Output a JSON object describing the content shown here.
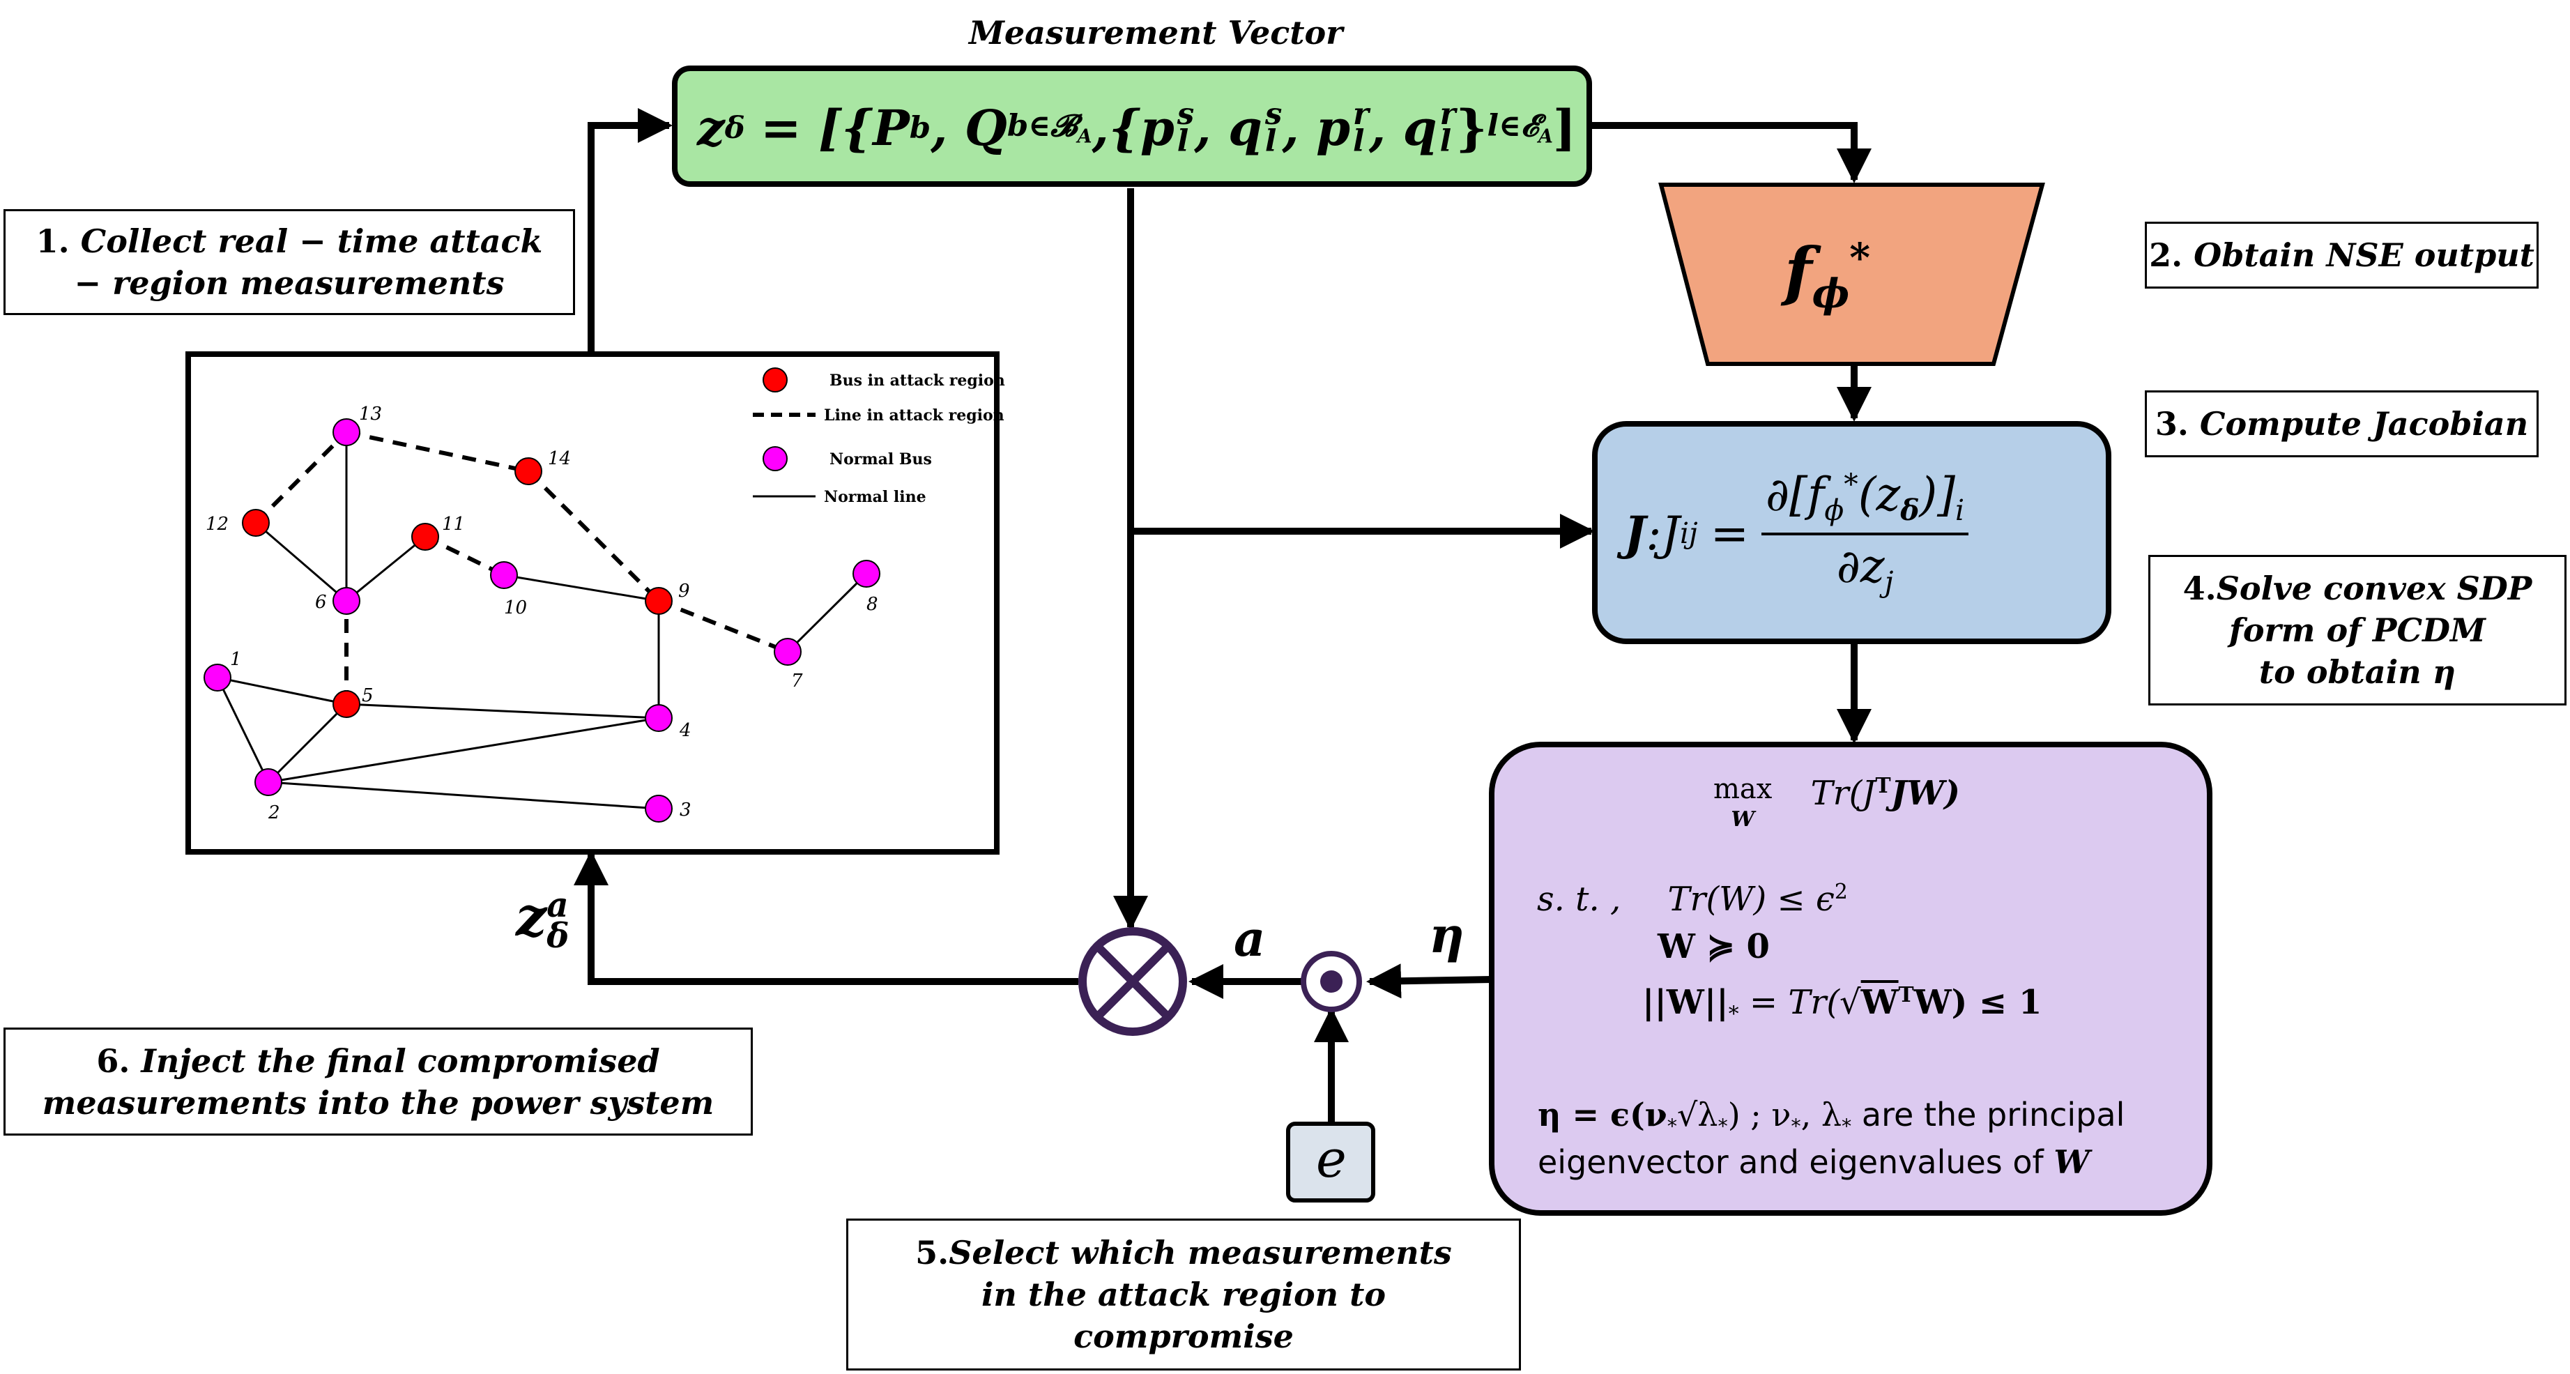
{
  "colors": {
    "measurement_fill": "#a9e6a3",
    "nse_fill": "#f2a47f",
    "jacobian_fill": "#b6cfe8",
    "sdp_fill": "#dccaf0",
    "e_fill": "#dbe3ec",
    "operator_stroke": "#3b2155",
    "bus_attack": "#ff0000",
    "bus_normal": "#ff00ff"
  },
  "measurement": {
    "heading": "Measurement Vector",
    "formula_lhs": "z",
    "formula_lhs_sub": "δ",
    "formula_rhs_a": "= [{P",
    "formula_b": "b",
    "formula_comma": ", Q",
    "formula_set_b": "b∈𝓑",
    "formula_set_b_sub": "A",
    "formula_mid": " ,{p",
    "formula_l": "l",
    "formula_s": "s",
    "formula_r": "r",
    "formula_q": ", q",
    "formula_p2": ", p",
    "formula_q2": ", q",
    "formula_close": "}",
    "formula_set_e": "l∈𝓔",
    "formula_set_e_sub": "A",
    "formula_end": "]"
  },
  "nse": {
    "f": "f",
    "sub": "ϕ",
    "sup": "*"
  },
  "jacobian": {
    "lhs": "J",
    "colon": ":",
    "jij": "J",
    "ij": "ij",
    "eq": "=",
    "numerator": "∂[f",
    "num_sub": "ϕ",
    "num_sup": "*",
    "num_arg": "(z",
    "num_arg_sub": "δ",
    "num_close": ")]",
    "num_i": "i",
    "denominator": "∂z",
    "den_sub": "j"
  },
  "sdp": {
    "max": "max",
    "max_sub": "W",
    "objective": "Tr(J",
    "objective_sup": "T",
    "objective_end": "JW)",
    "st": "s. t. ,",
    "c1": "Tr(W) ≤ ϵ",
    "c1_sup": "2",
    "c2": "W ≽ 0",
    "c3_a": "||W||",
    "c3_sub": "*",
    "c3_b": "= Tr(√",
    "c3_c": "W",
    "c3_sup": "T",
    "c3_d": "W) ≤ 1",
    "eta_line_a": "η = ϵ(ν",
    "eta_star": "*",
    "eta_line_b": "√λ",
    "eta_line_c": ") ; ν",
    "eta_line_d": ", λ",
    "eta_line_e": " are the principal",
    "eta_line2_a": "eigenvector and eigenvalues of ",
    "eta_line2_b": "W"
  },
  "labels": {
    "z_attack": "z",
    "z_attack_sub": "δ",
    "z_attack_sup": "a",
    "a": "a",
    "eta": "η",
    "e": "e"
  },
  "steps": [
    {
      "num": "1.",
      "lines": [
        "Collect real − time attack",
        "− region measurements"
      ]
    },
    {
      "num": "2.",
      "lines": [
        "Obtain NSE output"
      ]
    },
    {
      "num": "3.",
      "lines": [
        "Compute Jacobian"
      ]
    },
    {
      "num": "4.",
      "lines": [
        "Solve convex SDP",
        "form of PCDM",
        "to obtain η"
      ]
    },
    {
      "num": "5.",
      "lines": [
        "Select which measurements",
        "in the attack region to",
        "compromise"
      ]
    },
    {
      "num": "6.",
      "lines": [
        "Inject the final compromised",
        "measurements into the power system"
      ]
    }
  ],
  "network": {
    "legend": [
      {
        "kind": "bus-attack",
        "label": "Bus in attack region"
      },
      {
        "kind": "line-attack",
        "label": "Line in attack region"
      },
      {
        "kind": "bus-normal",
        "label": "Normal Bus"
      },
      {
        "kind": "line-normal",
        "label": "Normal line"
      }
    ],
    "buses": [
      {
        "id": "1",
        "attack": false
      },
      {
        "id": "2",
        "attack": false
      },
      {
        "id": "3",
        "attack": false
      },
      {
        "id": "4",
        "attack": false
      },
      {
        "id": "5",
        "attack": true
      },
      {
        "id": "6",
        "attack": false
      },
      {
        "id": "7",
        "attack": false
      },
      {
        "id": "8",
        "attack": false
      },
      {
        "id": "9",
        "attack": true
      },
      {
        "id": "10",
        "attack": false
      },
      {
        "id": "11",
        "attack": true
      },
      {
        "id": "12",
        "attack": true
      },
      {
        "id": "13",
        "attack": false
      },
      {
        "id": "14",
        "attack": true
      }
    ],
    "lines": [
      {
        "from": "1",
        "to": "2",
        "attack": false
      },
      {
        "from": "1",
        "to": "5",
        "attack": false
      },
      {
        "from": "2",
        "to": "5",
        "attack": false
      },
      {
        "from": "2",
        "to": "4",
        "attack": false
      },
      {
        "from": "2",
        "to": "3",
        "attack": false
      },
      {
        "from": "5",
        "to": "4",
        "attack": false
      },
      {
        "from": "4",
        "to": "9",
        "attack": false
      },
      {
        "from": "6",
        "to": "11",
        "attack": false
      },
      {
        "from": "6",
        "to": "13",
        "attack": false
      },
      {
        "from": "10",
        "to": "9",
        "attack": false
      },
      {
        "from": "7",
        "to": "8",
        "attack": false
      },
      {
        "from": "5",
        "to": "6",
        "attack": true
      },
      {
        "from": "6",
        "to": "12",
        "attack": false
      },
      {
        "from": "12",
        "to": "13",
        "attack": true
      },
      {
        "from": "13",
        "to": "14",
        "attack": true
      },
      {
        "from": "14",
        "to": "9",
        "attack": true
      },
      {
        "from": "11",
        "to": "10",
        "attack": true
      },
      {
        "from": "9",
        "to": "7",
        "attack": true
      }
    ]
  }
}
